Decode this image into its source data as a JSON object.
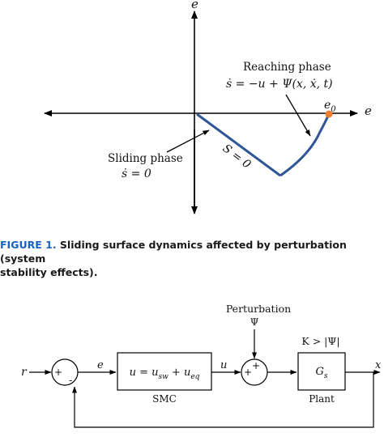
{
  "phase_plane": {
    "y_axis_label": "ė",
    "x_axis_label": "e",
    "initial_point_label": "e",
    "initial_point_subscript": "0",
    "reaching_phase": {
      "title": "Reaching phase",
      "equation": "ṡ = −u + Ψ(x, ẋ, t)"
    },
    "sliding_phase": {
      "title": "Sliding phase",
      "equation": "ṡ = 0"
    },
    "surface_label": "S = 0",
    "colors": {
      "trajectory": "#2f5597",
      "initial_point": "#ed7d31",
      "axes": "#000000"
    }
  },
  "caption": {
    "label": "FIGURE 1.",
    "text": "Sliding surface dynamics affected by perturbation (system stability effects)."
  },
  "block_diagram": {
    "input_label": "r",
    "error_label": "e",
    "control_label": "u",
    "output_label": "x",
    "sum1_plus": "+",
    "sum1_minus": "-",
    "sum2_plus_left": "+",
    "sum2_plus_top": "+",
    "perturbation_title": "Perturbation",
    "perturbation_symbol": "Ψ",
    "controller_equation": "u = u_sw + u_eq",
    "controller_name": "SMC",
    "plant_condition": "K > |Ψ|",
    "plant_symbol": "G",
    "plant_symbol_subscript": "s",
    "plant_name": "Plant"
  }
}
